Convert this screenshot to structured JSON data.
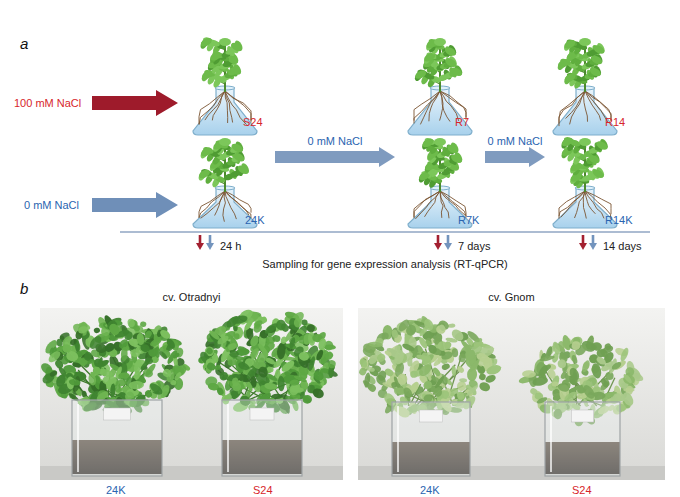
{
  "diagram": {
    "nodes": [
      {
        "text": [
          "S24"
        ]
      },
      {
        "text": [
          "R7"
        ]
      },
      {
        "text": [
          "R14"
        ]
      },
      {
        "text": [
          "24K"
        ]
      },
      {
        "text": [
          "R7K"
        ]
      },
      {
        "text": [
          "R14K"
        ]
      },
      {
        "text": [
          "cv. Otradnyi"
        ]
      },
      {
        "text": [
          "cv. Gnom"
        ]
      }
    ],
    "edges": [
      {
        "from": 0,
        "to": 1,
        "arrow": "to",
        "label": "0 mM NaCl"
      },
      {
        "from": 1,
        "to": 2,
        "arrow": "to",
        "label": "0 mM NaCl"
      }
    ],
    "labels": [
      "a",
      "100 mM NaCl",
      "0 mM NaCl",
      "24 h",
      "7 days",
      "14 days",
      "Sampling for gene expression analysis (RT-qPCR)",
      "b",
      "24K",
      "S24",
      "24K",
      "S24"
    ]
  }
}
